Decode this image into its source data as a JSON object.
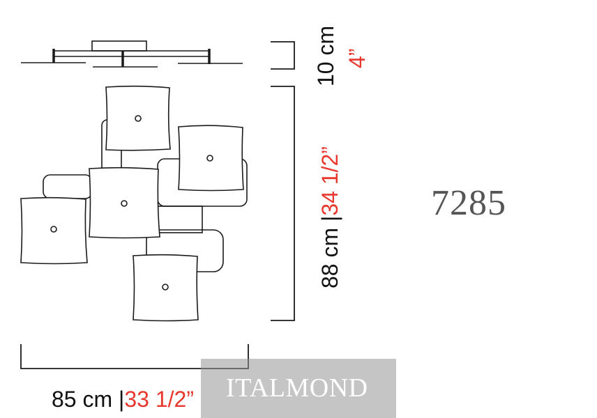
{
  "dimensions": {
    "width_metric": "85 cm |",
    "width_imperial": "33 1/2”",
    "height_metric": "88 cm |",
    "height_imperial": "34 1/2”",
    "depth_metric": "10 cm",
    "depth_imperial": "4”"
  },
  "model_number": "7285",
  "watermark": "ITALMOND",
  "colors": {
    "line": "#1a1a1a",
    "imperial_text": "#e8382e",
    "metric_text": "#111111",
    "model_text": "#555555"
  }
}
